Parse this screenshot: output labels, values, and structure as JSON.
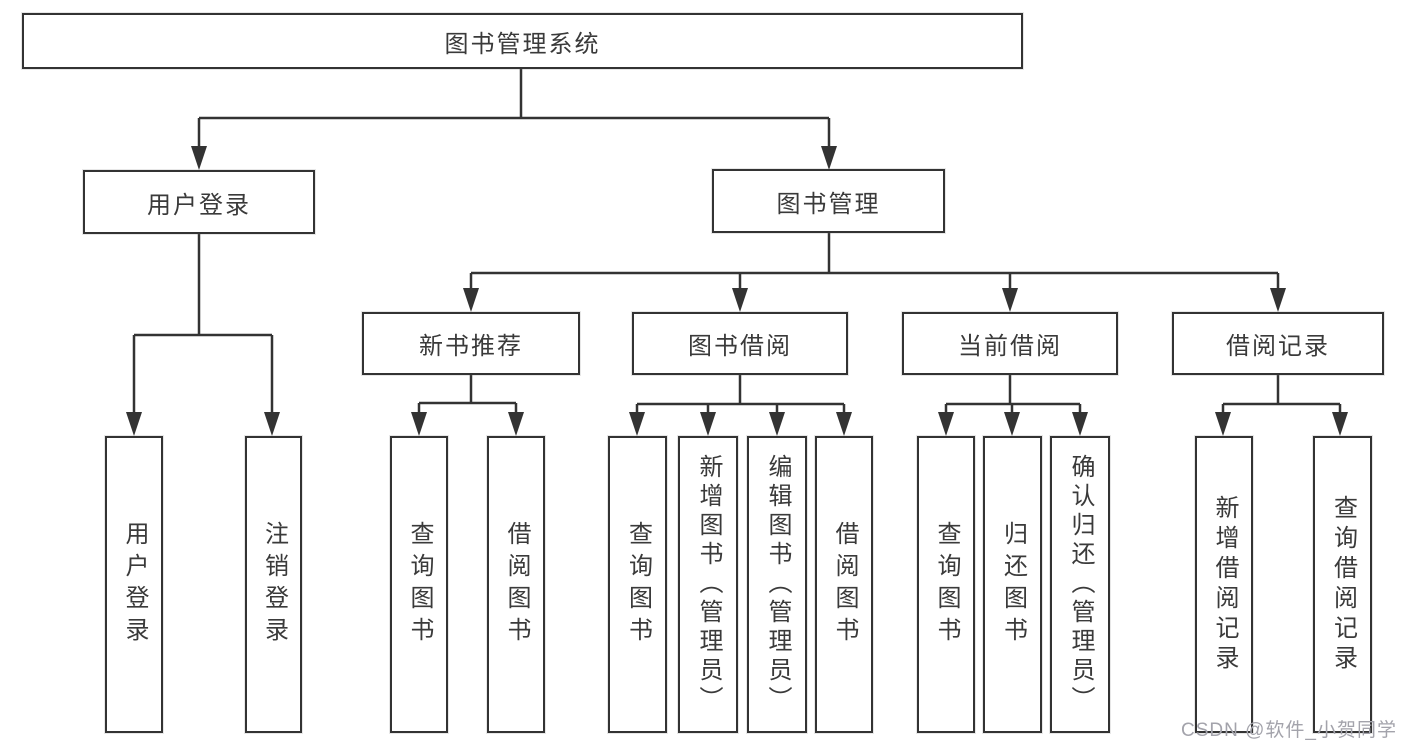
{
  "watermark": "CSDN @软件_小贺同学",
  "colors": {
    "line": "#333333",
    "box_border": "#333333",
    "text": "#3a3a3a",
    "background": "#ffffff",
    "watermark": "#a3a3ab"
  },
  "diagram": {
    "type": "hierarchy-tree",
    "title": "图书管理系统",
    "level2": [
      {
        "label": "用户登录",
        "parent": "图书管理系统"
      },
      {
        "label": "图书管理",
        "parent": "图书管理系统"
      }
    ],
    "level3": [
      {
        "label": "新书推荐",
        "parent": "图书管理"
      },
      {
        "label": "图书借阅",
        "parent": "图书管理"
      },
      {
        "label": "当前借阅",
        "parent": "图书管理"
      },
      {
        "label": "借阅记录",
        "parent": "图书管理"
      }
    ],
    "leaves": [
      {
        "label": "用户登录",
        "parent": "用户登录"
      },
      {
        "label": "注销登录",
        "parent": "用户登录"
      },
      {
        "label": "查询图书",
        "parent": "新书推荐"
      },
      {
        "label": "借阅图书",
        "parent": "新书推荐"
      },
      {
        "label": "查询图书",
        "parent": "图书借阅"
      },
      {
        "label": "新增图书（管理员）",
        "parent": "图书借阅"
      },
      {
        "label": "编辑图书（管理员）",
        "parent": "图书借阅"
      },
      {
        "label": "借阅图书",
        "parent": "图书借阅"
      },
      {
        "label": "查询图书",
        "parent": "当前借阅"
      },
      {
        "label": "归还图书",
        "parent": "当前借阅"
      },
      {
        "label": "确认归还（管理员）",
        "parent": "当前借阅"
      },
      {
        "label": "新增借阅记录",
        "parent": "借阅记录"
      },
      {
        "label": "查询借阅记录",
        "parent": "借阅记录"
      }
    ]
  }
}
